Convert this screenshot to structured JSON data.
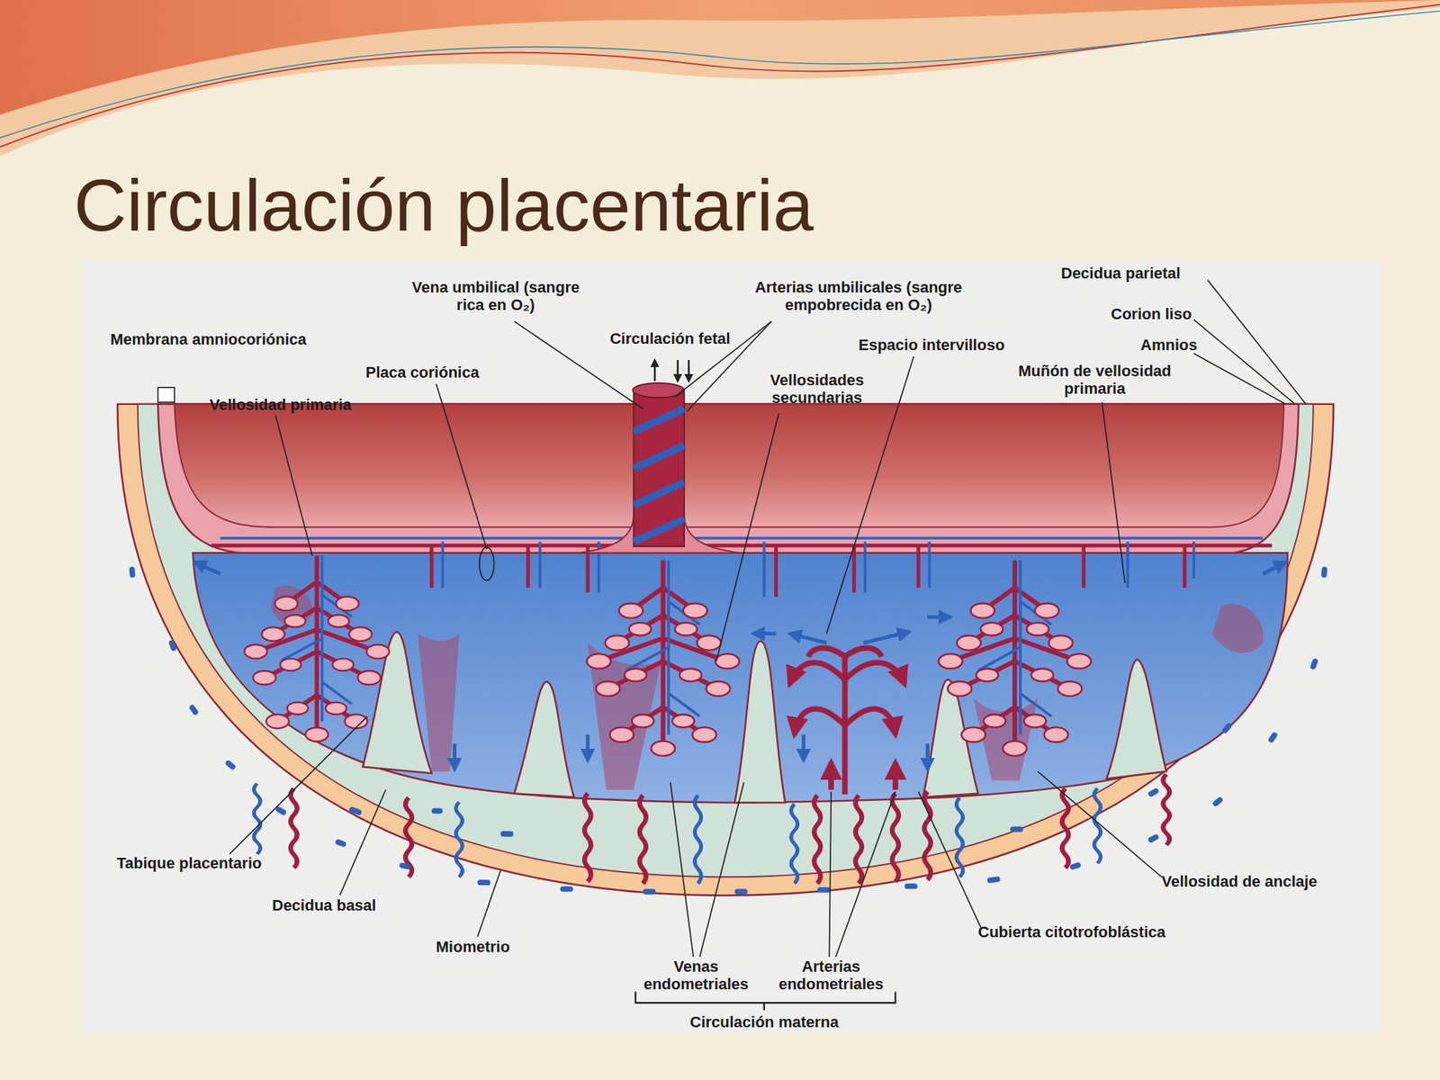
{
  "diagram": {
    "title": "Circulación placentaria",
    "labels": [
      "Membrana amniocoriónica",
      "Vena umbilical (sangre rica en O₂)",
      "Arterias umbilicales (sangre empobrecida en O₂)",
      "Decidua parietal",
      "Corion liso",
      "Amnios",
      "Circulación fetal",
      "Placa coriónica",
      "Espacio intervilloso",
      "Muñón de vellosidad primaria",
      "Vellosidad primaria",
      "Vellosidades secundarias",
      "Tabique placentario",
      "Decidua basal",
      "Miometrio",
      "Venas endometriales",
      "Arterias endometriales",
      "Circulación materna",
      "Cubierta citotrofoblástica",
      "Vellosidad de anclaje"
    ]
  }
}
